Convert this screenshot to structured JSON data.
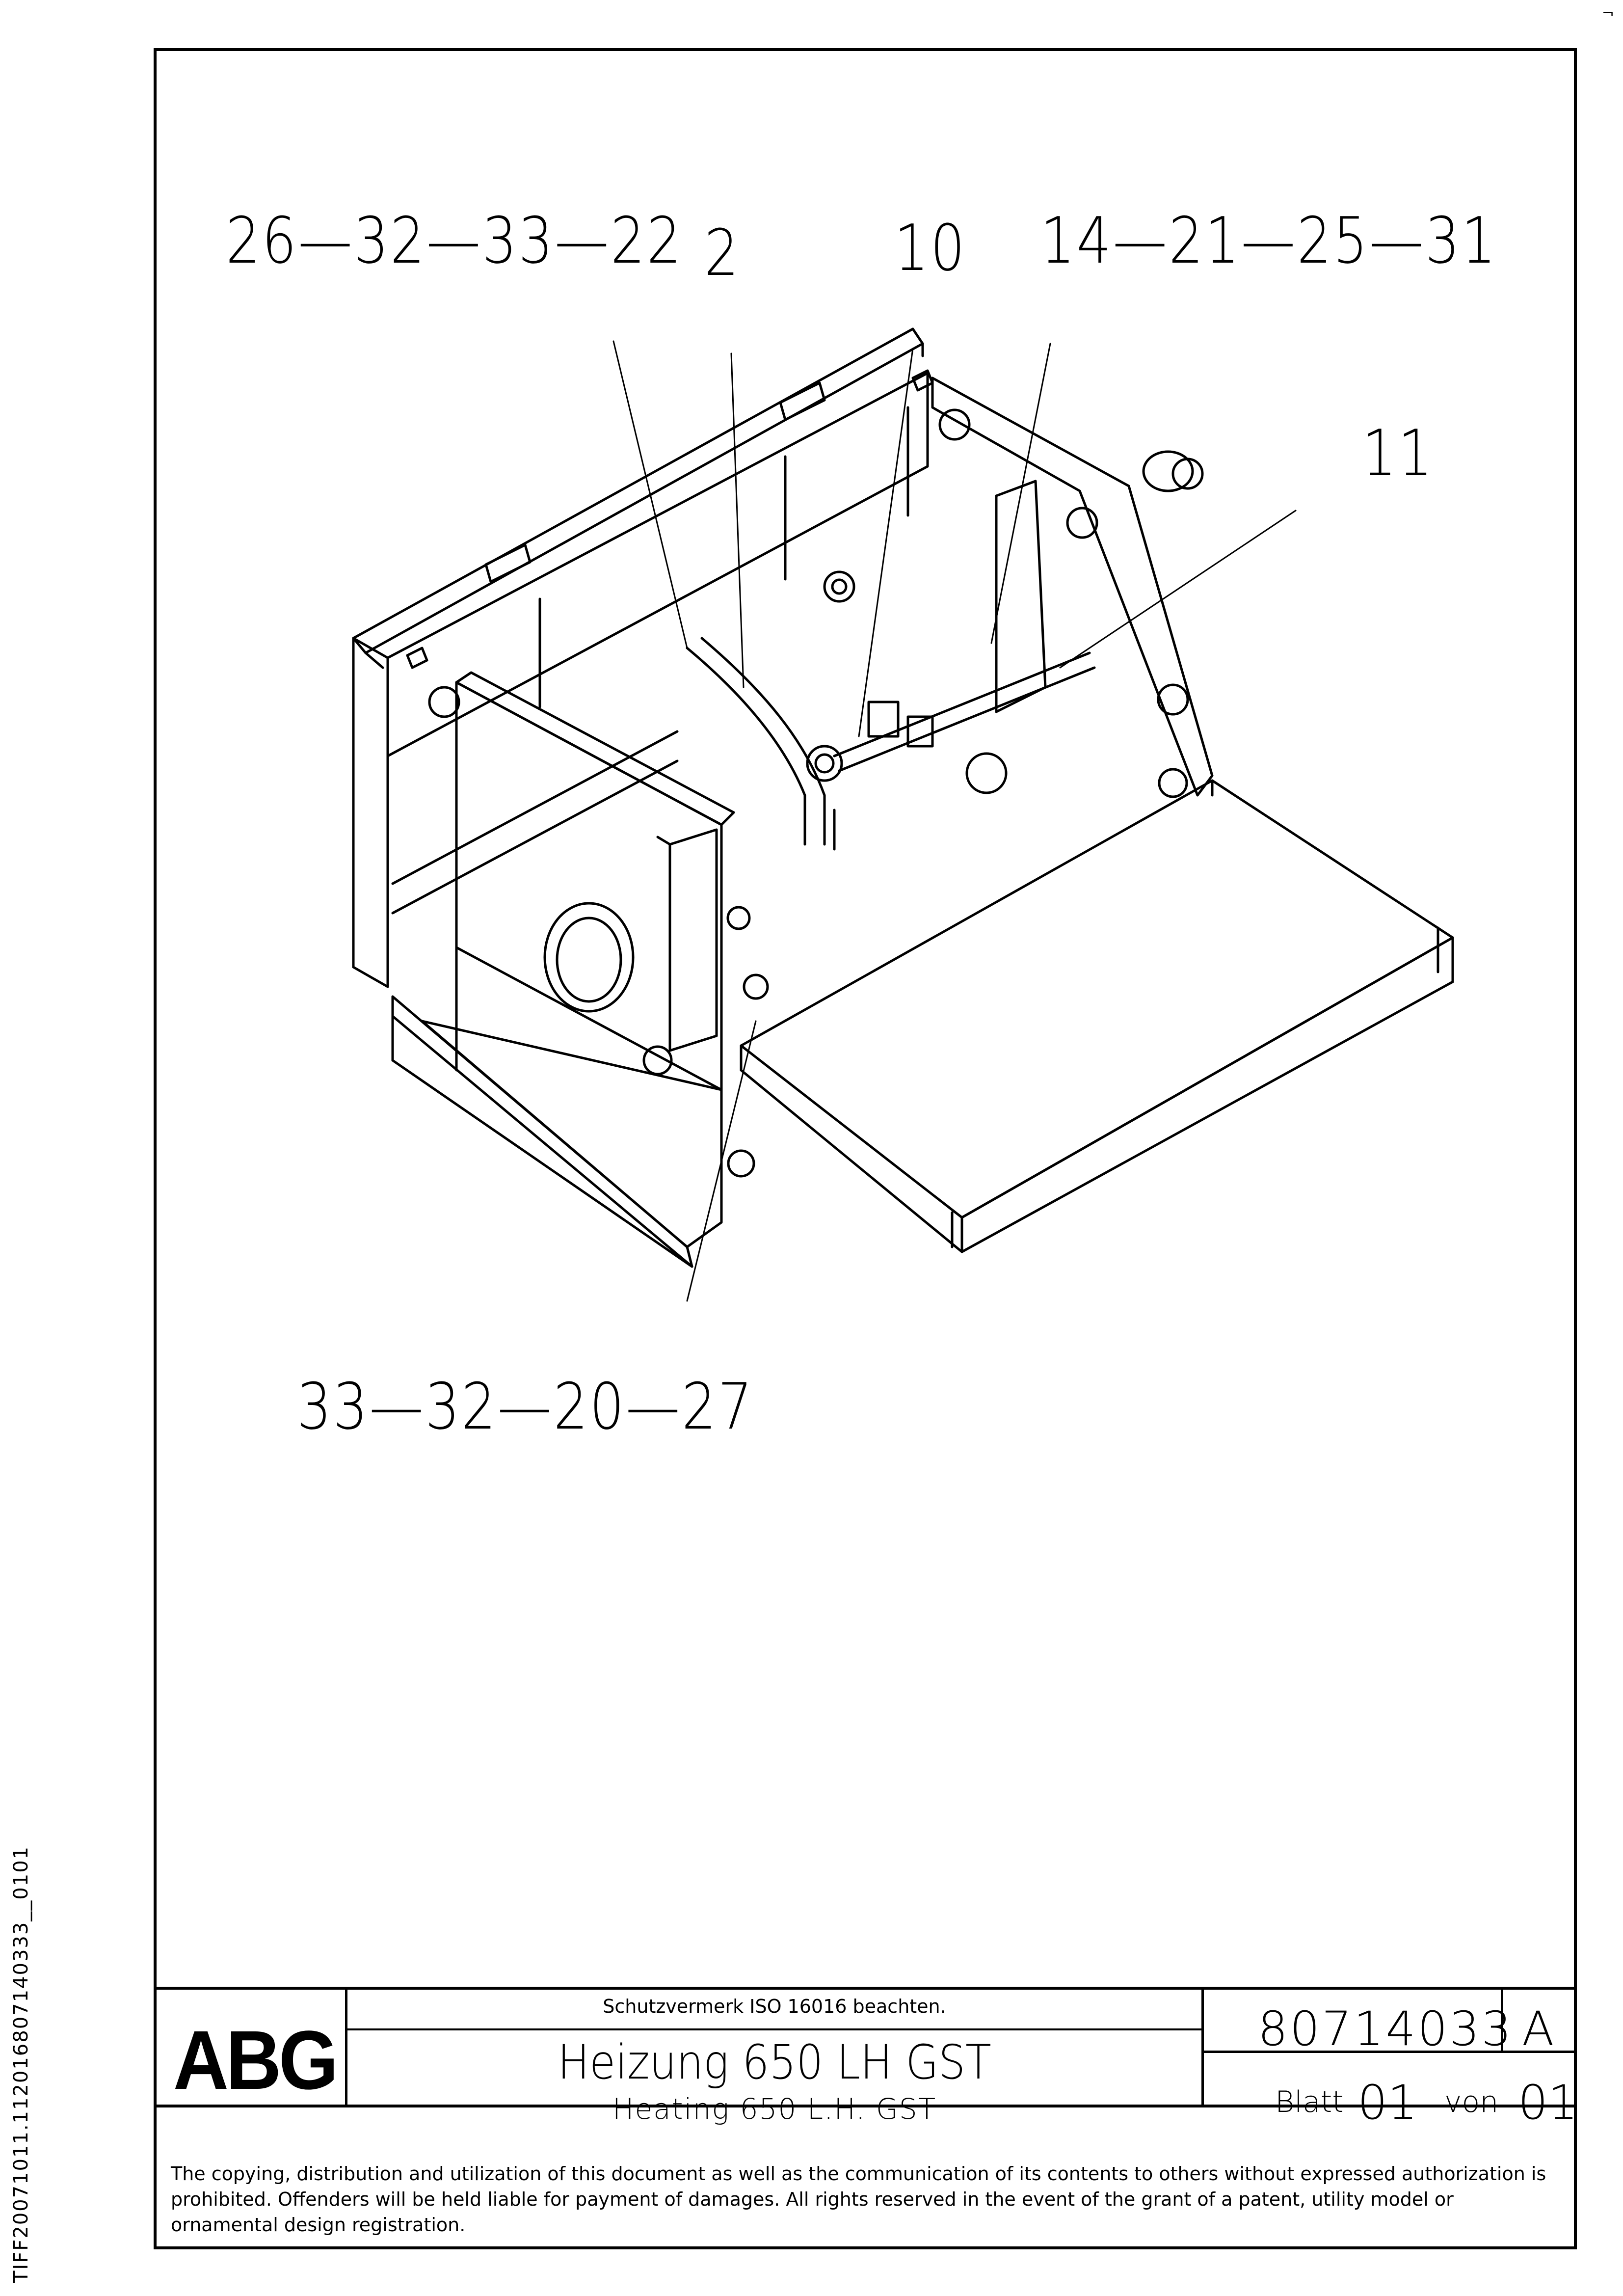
{
  "callouts": {
    "c1": "26—32—33—22",
    "c2": "2",
    "c3": "10",
    "c4": "14—21—25—31",
    "c5": "11",
    "c6": "33—32—20—27"
  },
  "side_code": "TIFF20071011.112016807140333__0101",
  "title_block": {
    "logo": "ABG",
    "notice": "Schutzvermerk ISO 16016 beachten.",
    "title_de": "Heizung 650 LH GST",
    "title_en": "Heating 650 L.H. GST",
    "document_number": "80714033",
    "revision": "A",
    "blatt_label": "Blatt",
    "blatt_value": "01",
    "von_label": "von",
    "von_value": "01",
    "copyright": "The copying, distribution and utilization of this document as well as the communication of its contents to others without expressed authorization is prohibited. Offenders will be held liable for payment of damages. All rights reserved in the event of the grant of a patent, utility model or ornamental design registration."
  }
}
